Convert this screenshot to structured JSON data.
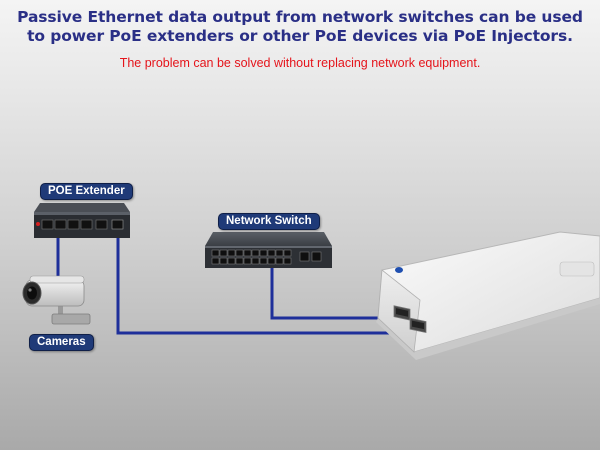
{
  "headline": {
    "line1": "Passive Ethernet data output from network switches can be used",
    "line2": "to power PoE extenders or other PoE devices via PoE Injectors."
  },
  "subline": "The problem can be solved without replacing network equipment.",
  "labels": {
    "poe_extender": "POE Extender",
    "network_switch": "Network Switch",
    "cameras": "Cameras"
  },
  "colors": {
    "headline": "#2a2f86",
    "subline": "#e5141b",
    "label_bg": "#1f3a78",
    "cable": "#1e2f9a"
  }
}
